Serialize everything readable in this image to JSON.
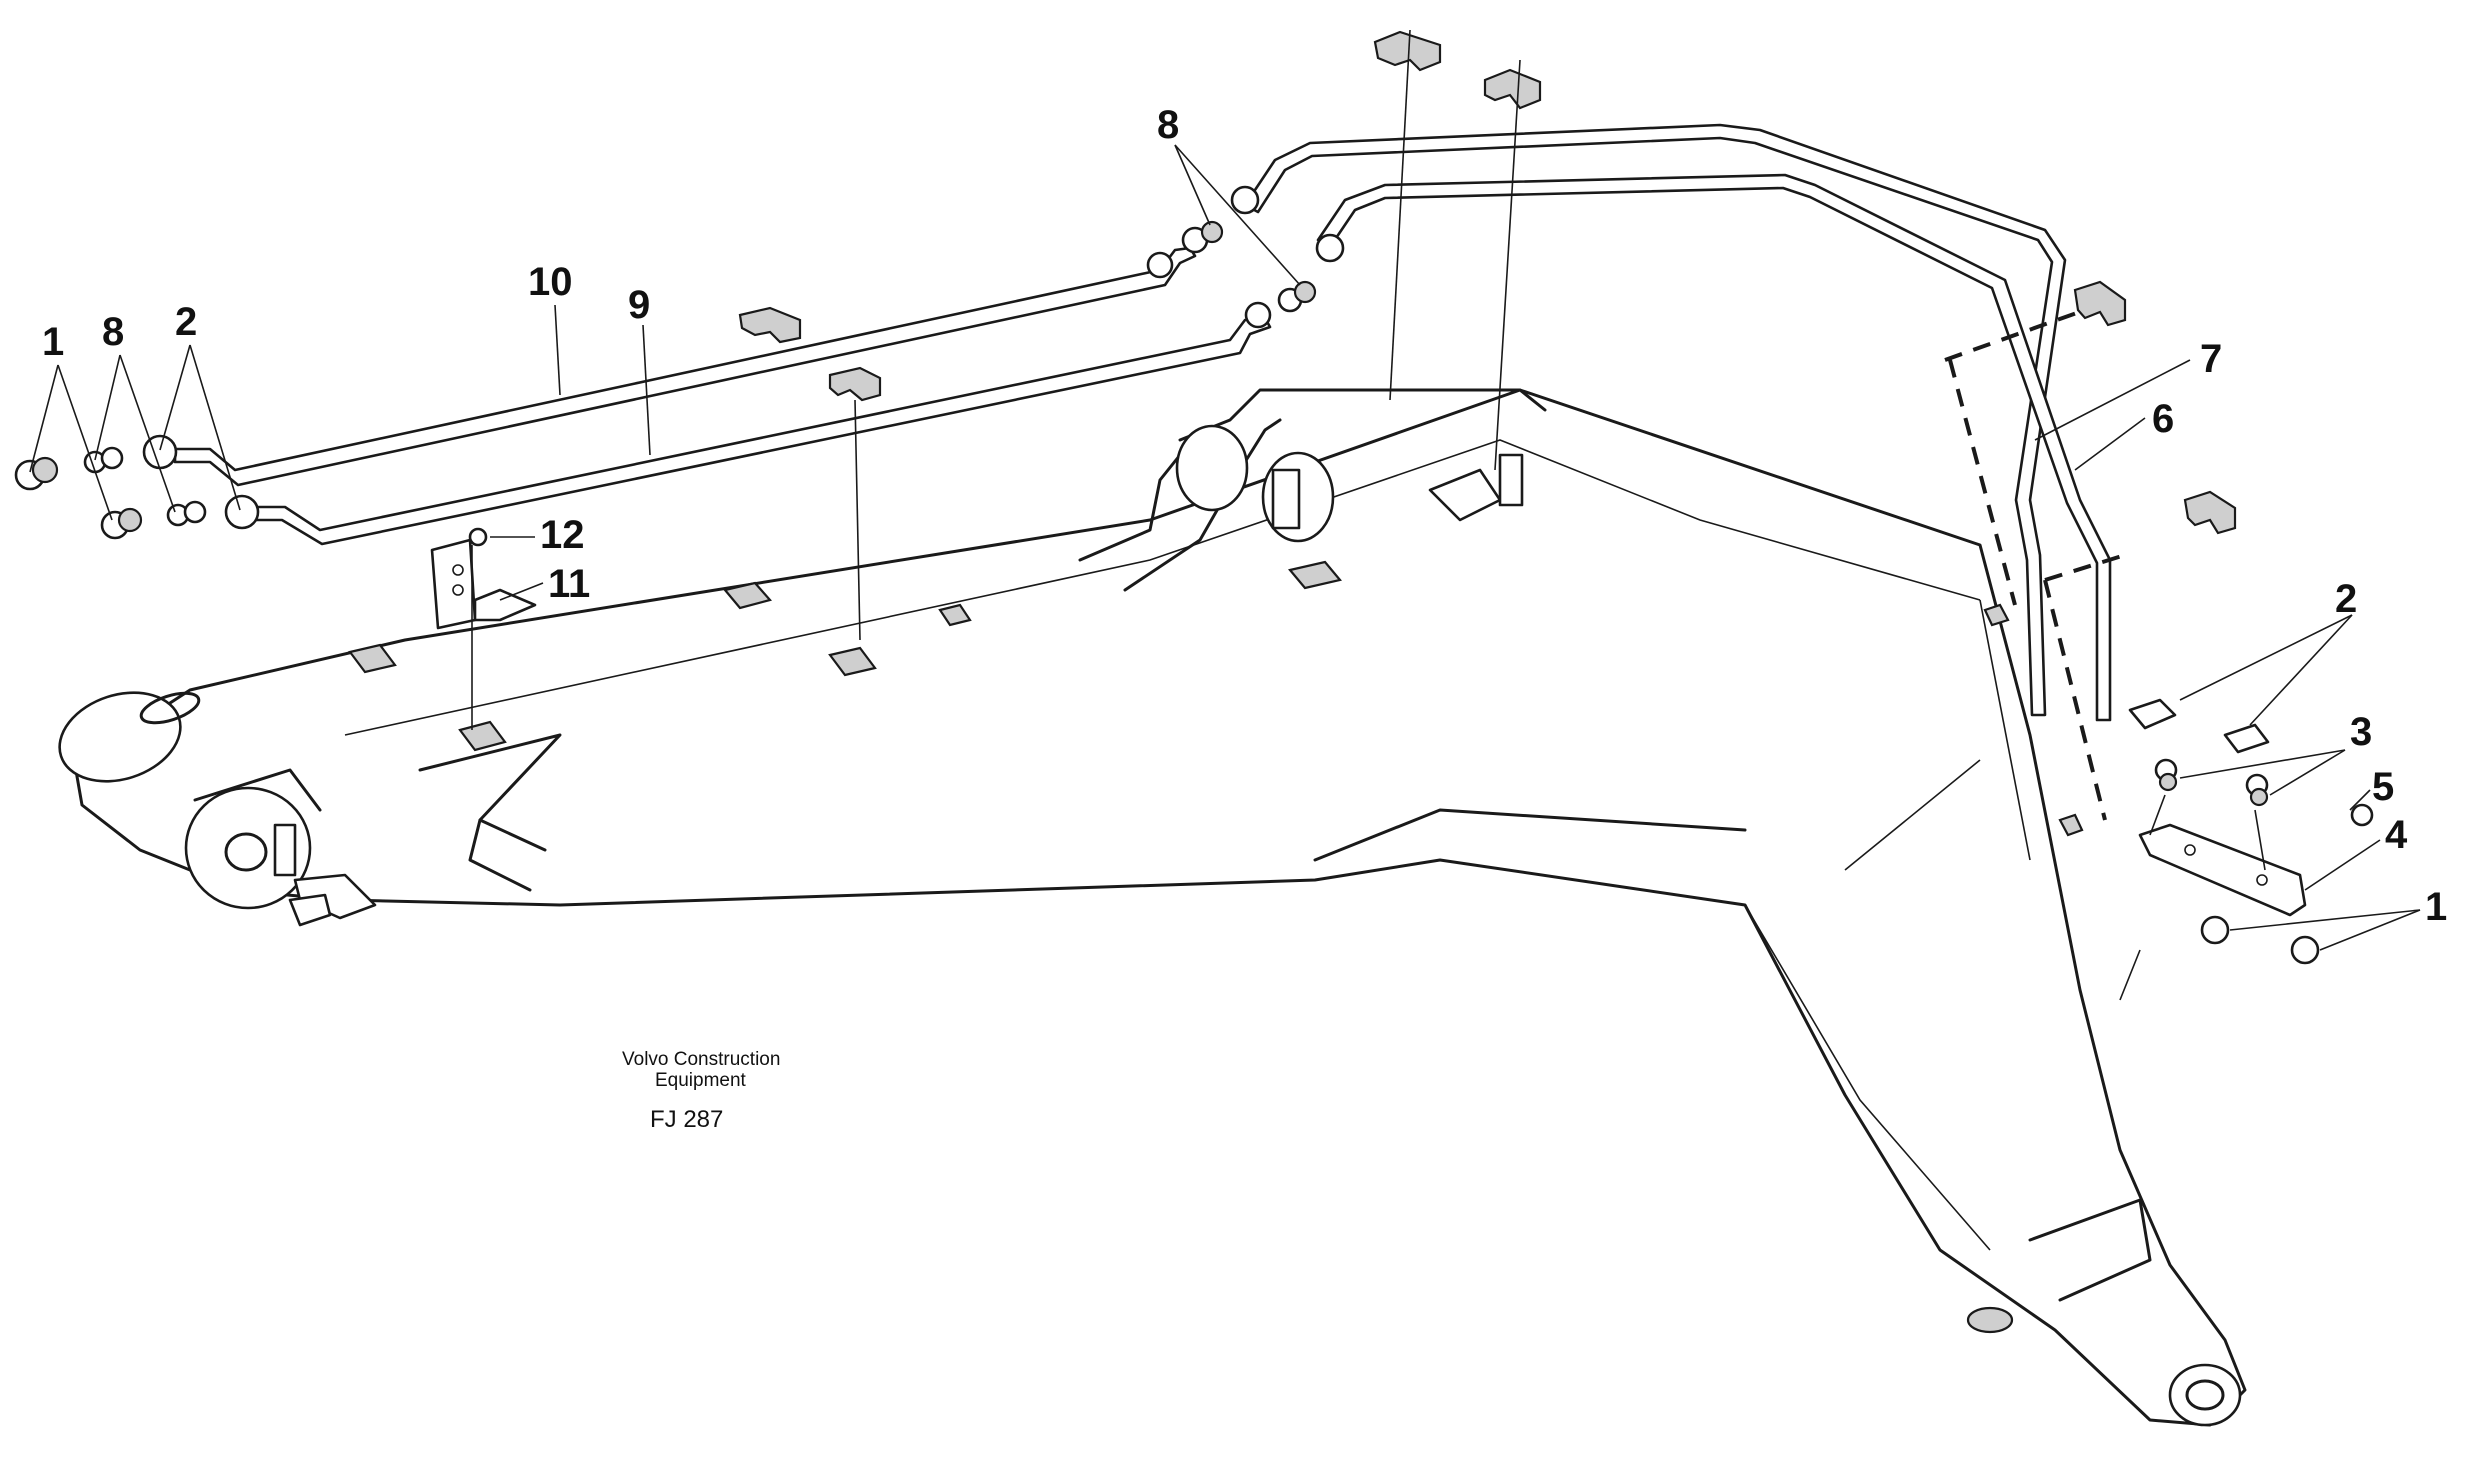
{
  "caption": {
    "maker_line1": "Volvo Construction",
    "maker_line2": "Equipment",
    "figure_code": "FJ 287"
  },
  "callouts": {
    "left_1": "1",
    "left_8": "8",
    "left_2": "2",
    "label_10": "10",
    "label_9": "9",
    "top_8": "8",
    "label_12": "12",
    "label_11": "11",
    "label_7": "7",
    "label_6": "6",
    "right_2": "2",
    "right_3": "3",
    "right_5": "5",
    "right_4": "4",
    "right_1": "1"
  }
}
